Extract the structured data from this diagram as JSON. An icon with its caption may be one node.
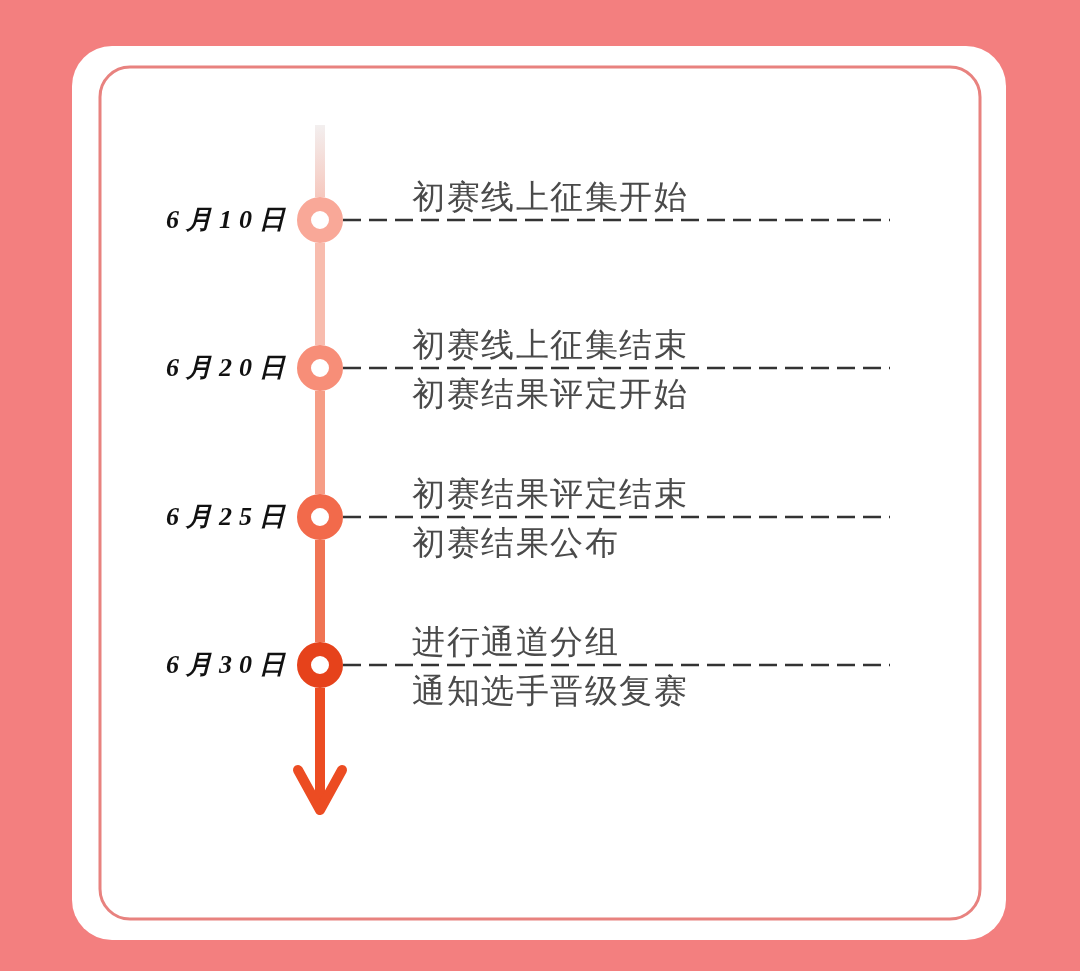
{
  "diagram": {
    "nodes": [
      {
        "text": [],
        "shape": "circle",
        "beside": [
          "6月10日",
          "初赛线上征集开始"
        ]
      },
      {
        "text": [],
        "shape": "circle",
        "beside": [
          "6月20日",
          "初赛线上征集结束",
          "初赛结果评定开始"
        ]
      },
      {
        "text": [],
        "shape": "circle",
        "beside": [
          "6月25日",
          "初赛结果评定结束",
          "初赛结果公布"
        ]
      },
      {
        "text": [],
        "shape": "circle",
        "beside": [
          "6月30日",
          "进行通道分组",
          "通知选手晋级复赛"
        ]
      }
    ],
    "edges": [
      {
        "from": null,
        "to": 0,
        "arrow": "none",
        "style": "thick",
        "color": "#f6c8be"
      },
      {
        "from": 0,
        "to": 1,
        "arrow": "none",
        "style": "thick",
        "color": "#f8bcae"
      },
      {
        "from": 1,
        "to": 2,
        "arrow": "none",
        "style": "thick",
        "color": "#f69d86"
      },
      {
        "from": 2,
        "to": 3,
        "arrow": "none",
        "style": "thick",
        "color": "#f07454"
      },
      {
        "from": 3,
        "to": null,
        "arrow": "to",
        "style": "thick",
        "color": "#ec4c22"
      },
      {
        "from": 0,
        "to": null,
        "arrow": "none",
        "style": "dashed"
      },
      {
        "from": 1,
        "to": null,
        "arrow": "none",
        "style": "dashed"
      },
      {
        "from": 2,
        "to": null,
        "arrow": "none",
        "style": "dashed"
      },
      {
        "from": 3,
        "to": null,
        "arrow": "none",
        "style": "dashed"
      }
    ]
  }
}
